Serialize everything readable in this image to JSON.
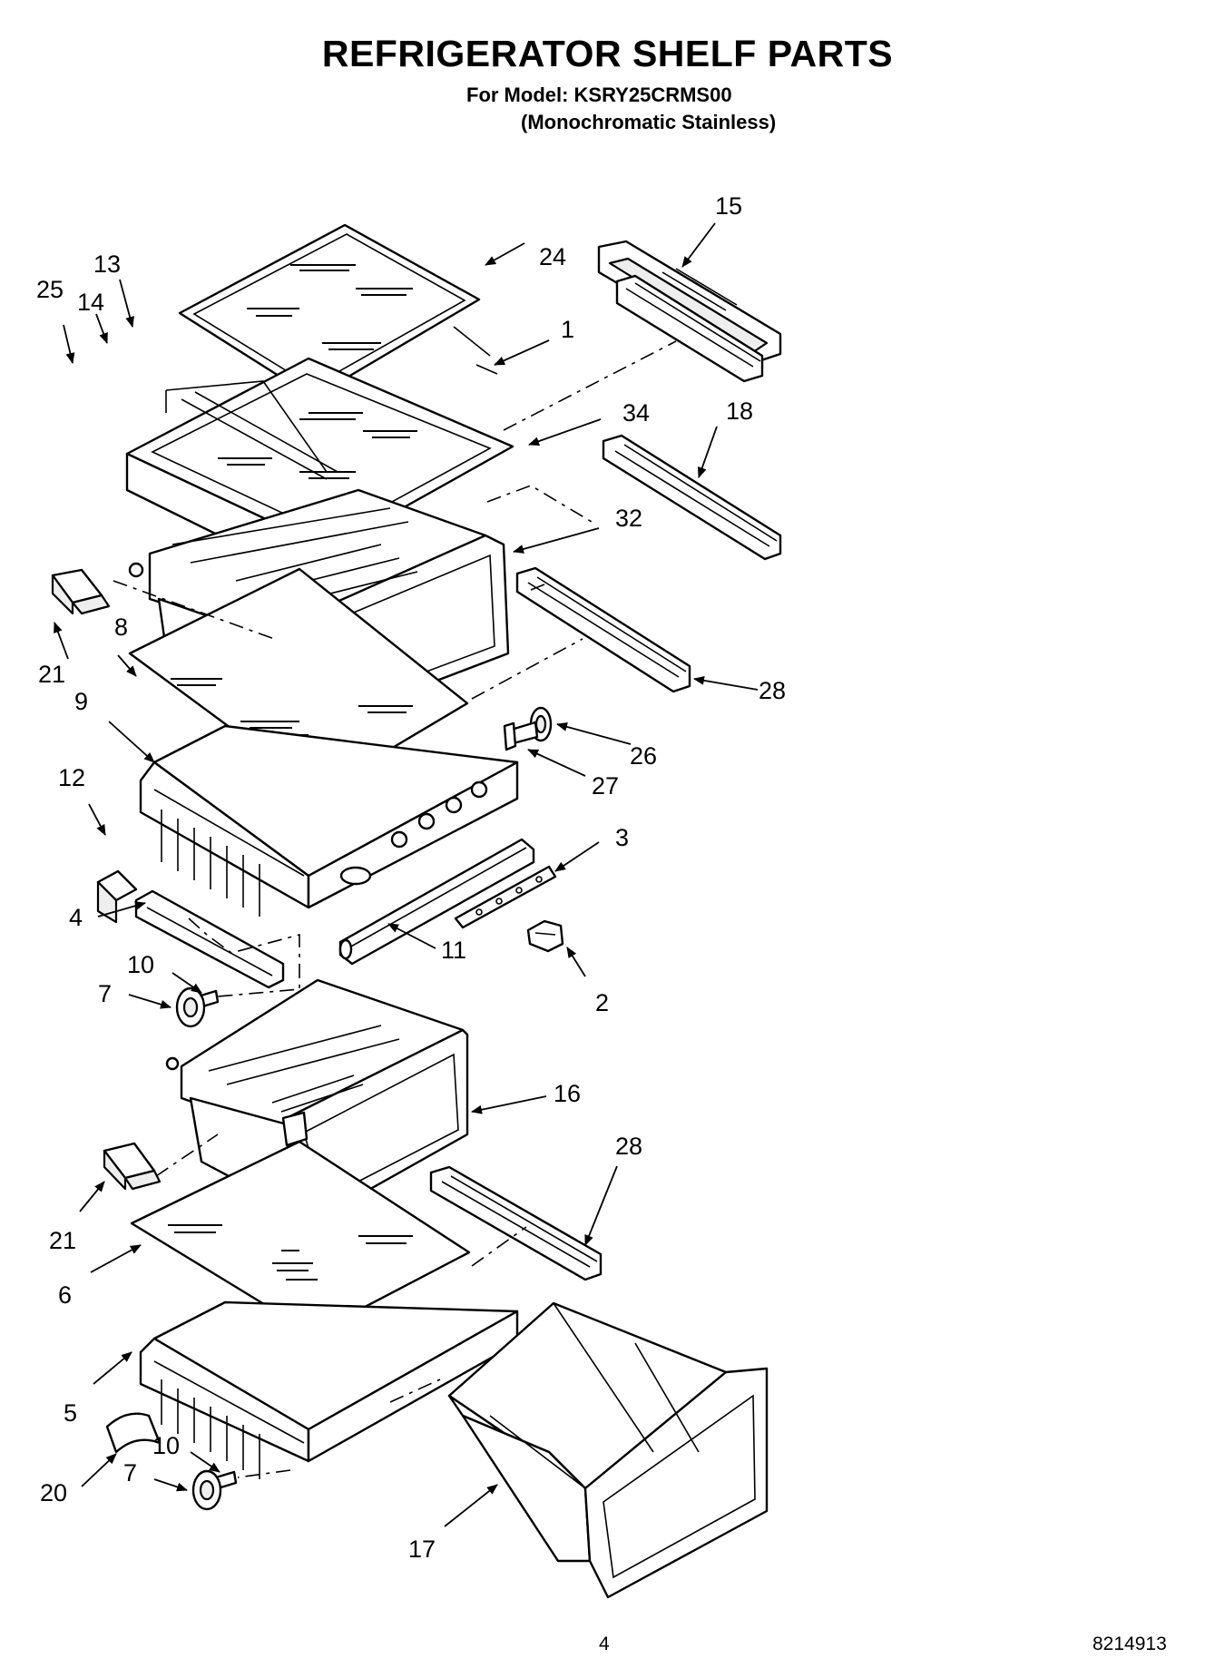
{
  "header": {
    "title": "REFRIGERATOR SHELF PARTS",
    "model_line": "For Model: KSRY25CRMS00",
    "variant_line": "(Monochromatic Stainless)"
  },
  "footer": {
    "page_number": "4",
    "document_number": "8214913"
  },
  "callouts": [
    {
      "id": "c15",
      "label": "15"
    },
    {
      "id": "c24",
      "label": "24"
    },
    {
      "id": "c13",
      "label": "13"
    },
    {
      "id": "c25",
      "label": "25"
    },
    {
      "id": "c14",
      "label": "14"
    },
    {
      "id": "c1",
      "label": "1"
    },
    {
      "id": "c34",
      "label": "34"
    },
    {
      "id": "c18",
      "label": "18"
    },
    {
      "id": "c32",
      "label": "32"
    },
    {
      "id": "c8",
      "label": "8"
    },
    {
      "id": "c21a",
      "label": "21"
    },
    {
      "id": "c28a",
      "label": "28"
    },
    {
      "id": "c9",
      "label": "9"
    },
    {
      "id": "c26",
      "label": "26"
    },
    {
      "id": "c27",
      "label": "27"
    },
    {
      "id": "c12",
      "label": "12"
    },
    {
      "id": "c3",
      "label": "3"
    },
    {
      "id": "c4",
      "label": "4"
    },
    {
      "id": "c11",
      "label": "11"
    },
    {
      "id": "c10a",
      "label": "10"
    },
    {
      "id": "c7a",
      "label": "7"
    },
    {
      "id": "c2",
      "label": "2"
    },
    {
      "id": "c16",
      "label": "16"
    },
    {
      "id": "c28b",
      "label": "28"
    },
    {
      "id": "c21b",
      "label": "21"
    },
    {
      "id": "c6",
      "label": "6"
    },
    {
      "id": "c5",
      "label": "5"
    },
    {
      "id": "c10b",
      "label": "10"
    },
    {
      "id": "c20",
      "label": "20"
    },
    {
      "id": "c7b",
      "label": "7"
    },
    {
      "id": "c17",
      "label": "17"
    }
  ]
}
